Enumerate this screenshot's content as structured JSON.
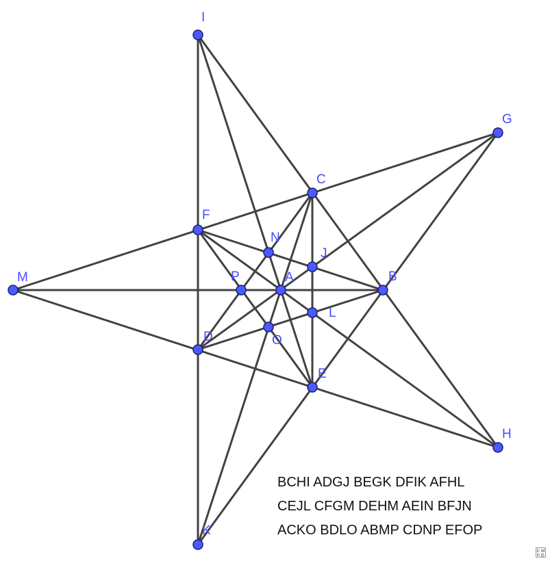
{
  "points": [
    {
      "id": "A",
      "label": "A"
    },
    {
      "id": "B",
      "label": "B"
    },
    {
      "id": "C",
      "label": "C"
    },
    {
      "id": "D",
      "label": "D"
    },
    {
      "id": "E",
      "label": "E"
    },
    {
      "id": "F",
      "label": "F"
    },
    {
      "id": "G",
      "label": "G"
    },
    {
      "id": "H",
      "label": "H"
    },
    {
      "id": "I",
      "label": "I"
    },
    {
      "id": "J",
      "label": "J"
    },
    {
      "id": "K",
      "label": "K"
    },
    {
      "id": "L",
      "label": "L"
    },
    {
      "id": "M",
      "label": "M"
    },
    {
      "id": "N",
      "label": "N"
    },
    {
      "id": "O",
      "label": "O"
    },
    {
      "id": "P",
      "label": "P"
    }
  ],
  "lines": [
    "BCHI",
    "ADGJ",
    "BEGK",
    "DFIK",
    "AFHL",
    "CEJL",
    "CFGM",
    "DEHM",
    "AEIN",
    "BFJN",
    "ACKO",
    "BDLO",
    "ABMP",
    "CDNP",
    "EFOP"
  ],
  "caption_rows": [
    "BCHI ADGJ BEGK DFIK AFHL",
    "CEJL CFGM DEHM AEIN BFJN",
    "ACKO BDLO ABMP CDNP EFOP"
  ],
  "colors": {
    "line": "#424242",
    "point_fill": "#4a5bff",
    "point_stroke": "#1b1f72",
    "label": "#4a4aff",
    "caption": "#111111"
  },
  "logo_text": "EMRD"
}
